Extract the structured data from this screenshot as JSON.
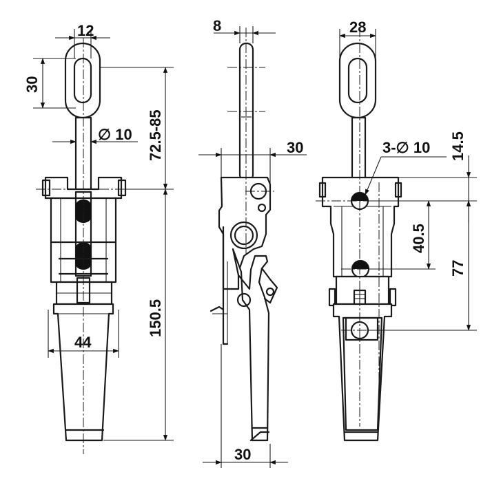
{
  "dimensions": {
    "eye_width": "12",
    "eye_height": "30",
    "rod_diameter": "∅ 10",
    "adjust_range": "72.5-85",
    "body_length": "150.5",
    "handle_width": "44",
    "side_rod_width": "8",
    "side_body_depth_top": "30",
    "side_body_depth_bottom": "30",
    "eye_outer_width": "28",
    "holes": "3-∅ 10",
    "top_offset": "14.5",
    "hole_pitch": "40.5",
    "hole_to_hole": "77"
  }
}
